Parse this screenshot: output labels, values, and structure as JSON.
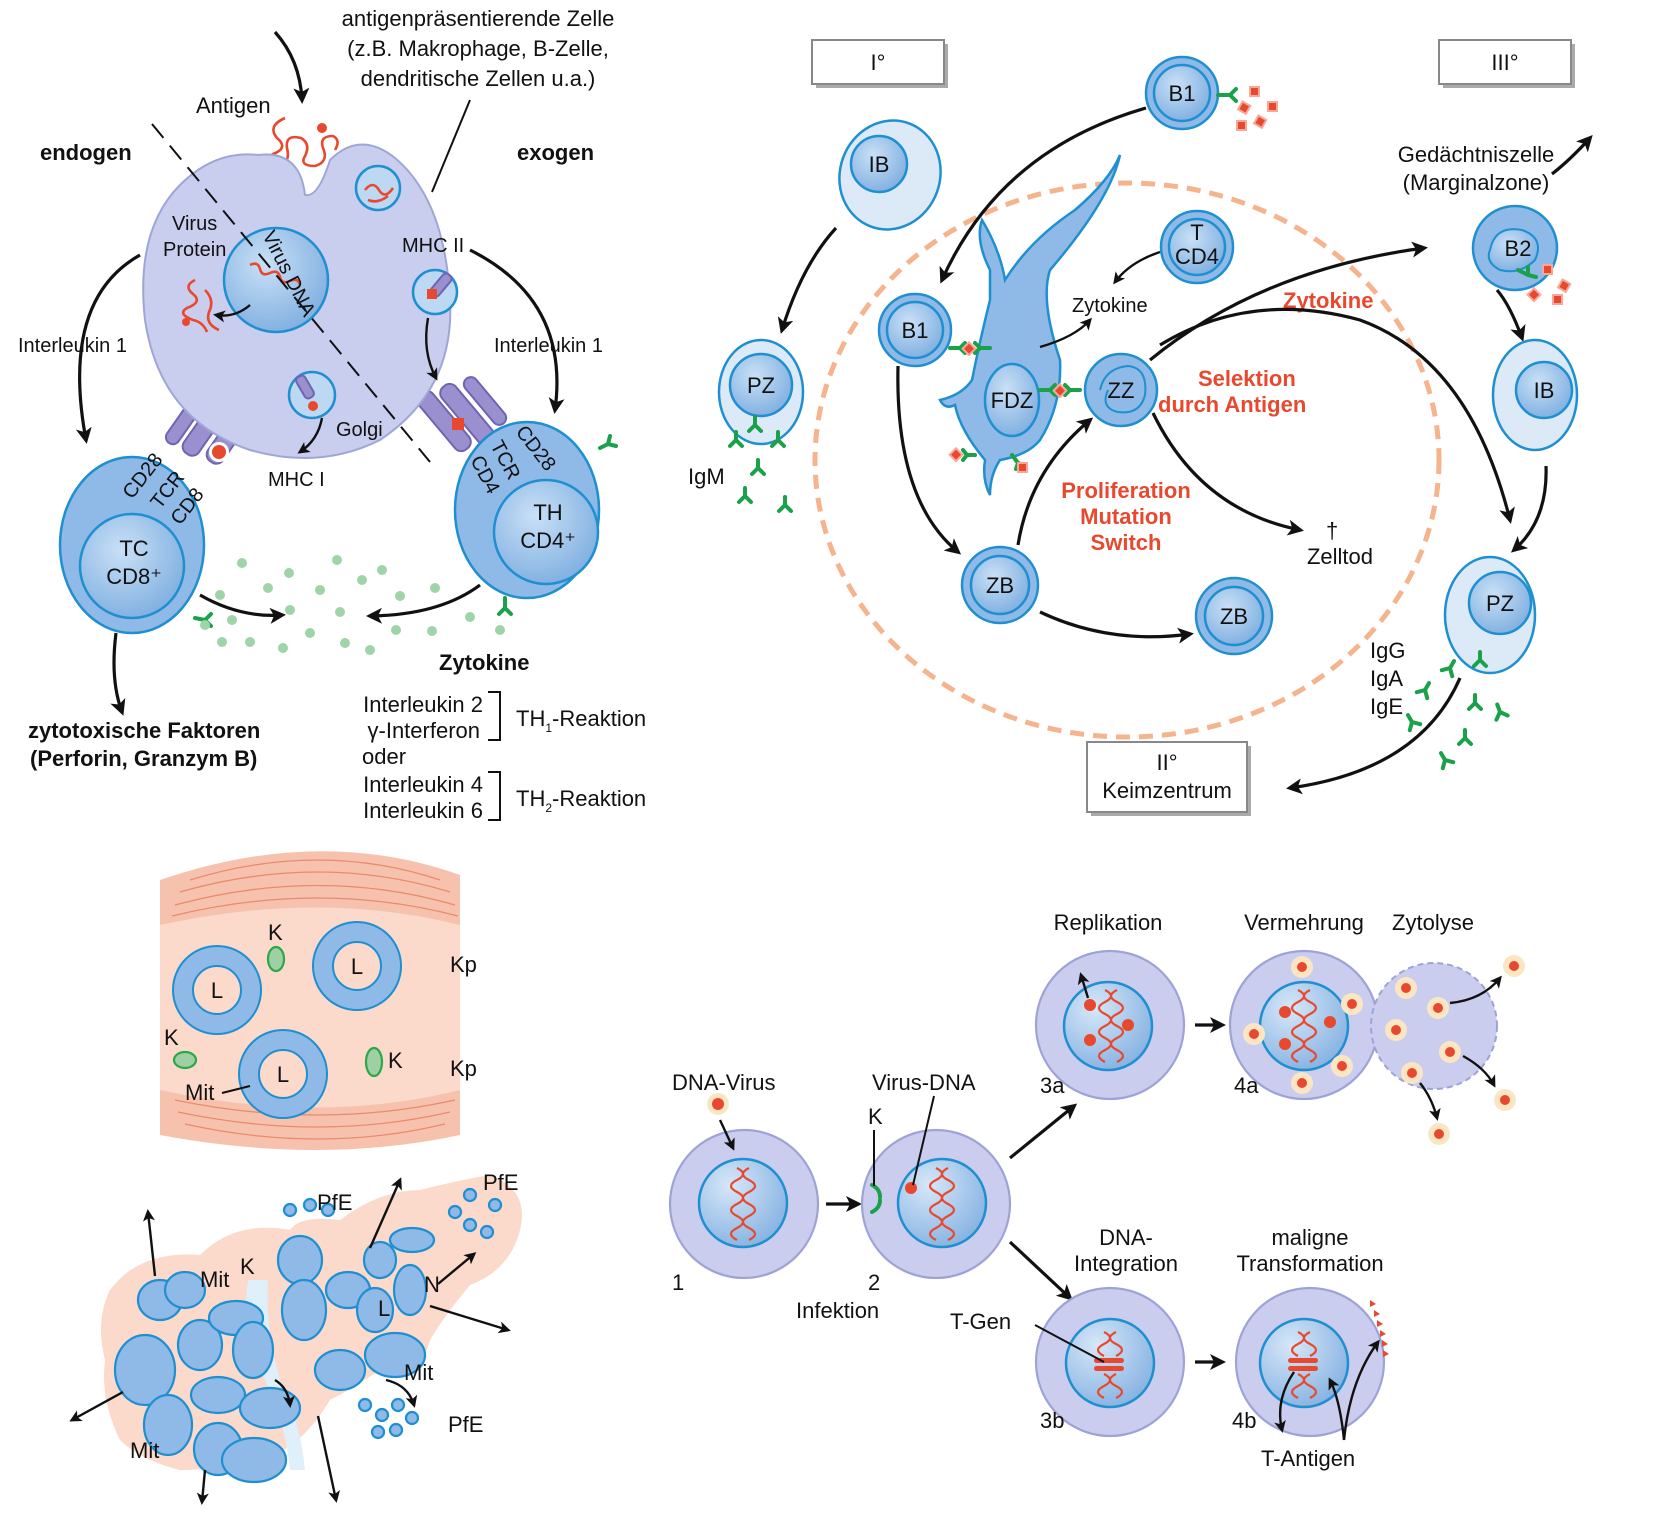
{
  "panel_antigen_presentation": {
    "apc_label_lines": [
      "antigenpräsentierende Zelle",
      "(z.B. Makrophage, B-Zelle,",
      "dendritische Zellen u.a.)"
    ],
    "antigen": "Antigen",
    "endogen": "endogen",
    "exogen": "exogen",
    "virus_protein_lines": [
      "Virus",
      "Protein"
    ],
    "virus_dna": "Virus DNA",
    "mhc2": "MHC II",
    "mhc1": "MHC I",
    "golgi": "Golgi",
    "interleukin1_left": "Interleukin 1",
    "interleukin1_right": "Interleukin 1",
    "tc_receptors": [
      "CD28",
      "TCR",
      "CD8"
    ],
    "th_receptors": [
      "CD28",
      "TCR",
      "CD4"
    ],
    "tc_cell_lines": [
      "TC",
      "CD8⁺"
    ],
    "th_cell_lines": [
      "TH",
      "CD4⁺"
    ],
    "zytokine": "Zytokine",
    "cytotoxic_lines": [
      "zytotoxische Faktoren",
      "(Perforin, Granzym B)"
    ],
    "th1_group": [
      "Interleukin 2",
      "γ-Interferon"
    ],
    "oder": "oder",
    "th2_group": [
      "Interleukin 4",
      "Interleukin 6"
    ],
    "th1_reaction": {
      "prefix": "TH",
      "sub": "1",
      "suffix": "-Reaktion"
    },
    "th2_reaction": {
      "prefix": "TH",
      "sub": "2",
      "suffix": "-Reaktion"
    }
  },
  "panel_germinal_center": {
    "stage_primary": "I°",
    "stage_secondary_lines": [
      "II°",
      "Keimzentrum"
    ],
    "stage_tertiary": "III°",
    "cells": {
      "ib_primary": "IB",
      "pz_primary": "PZ",
      "b1_top": "B1",
      "b1_left": "B1",
      "t_cd4_lines": [
        "T",
        "CD4"
      ],
      "fdz": "FDZ",
      "zz": "ZZ",
      "zb_left": "ZB",
      "zb_right": "ZB",
      "b2": "B2",
      "ib_tertiary": "IB",
      "pz_tertiary": "PZ"
    },
    "igm": "IgM",
    "ig_classes": [
      "IgG",
      "IgA",
      "IgE"
    ],
    "zytokine_black": "Zytokine",
    "zytokine_red": "Zytokine",
    "selection_lines": [
      "Selektion",
      "durch Antigen"
    ],
    "proliferation_lines": [
      "Proliferation",
      "Mutation",
      "Switch"
    ],
    "cell_death_symbol": "†",
    "cell_death": "Zelltod",
    "memory_lines": [
      "Gedächtniszelle",
      "(Marginalzone)"
    ]
  },
  "panel_tissue": {
    "upper": {
      "lumen": [
        "L",
        "L",
        "L"
      ],
      "capillary": [
        "K",
        "K",
        "K"
      ],
      "mitosis": "Mit",
      "capsule": [
        "Kp",
        "Kp"
      ]
    },
    "lower": {
      "capillary": "K",
      "mitosis": [
        "Mit",
        "Mit",
        "Mit"
      ],
      "lumen": "L",
      "necrosis": "N",
      "pfe": [
        "PfE",
        "PfE",
        "PfE"
      ]
    }
  },
  "panel_virus_infection": {
    "dna_virus": "DNA-Virus",
    "virus_dna": "Virus-DNA",
    "capsid": "K",
    "step1": "1",
    "step2": "2",
    "infektion": "Infektion",
    "replikation": "Replikation",
    "vermehrung": "Vermehrung",
    "zytolyse": "Zytolyse",
    "step3a": "3a",
    "step4a": "4a",
    "dna_integration_lines": [
      "DNA-",
      "Integration"
    ],
    "maligne_lines": [
      "maligne",
      "Transformation"
    ],
    "t_gen": "T-Gen",
    "step3b": "3b",
    "step4b": "4b",
    "t_antigen": "T-Antigen"
  },
  "colors": {
    "cell_blue": "#8fb9e6",
    "outline_blue": "#1e8fd0",
    "apc_lilac": "#c9cdee",
    "accent_red": "#e8492e",
    "antibody_green": "#1aa14a",
    "tissue_pink": "#fbd9cb",
    "germinal_dash": "#f5b48d"
  }
}
